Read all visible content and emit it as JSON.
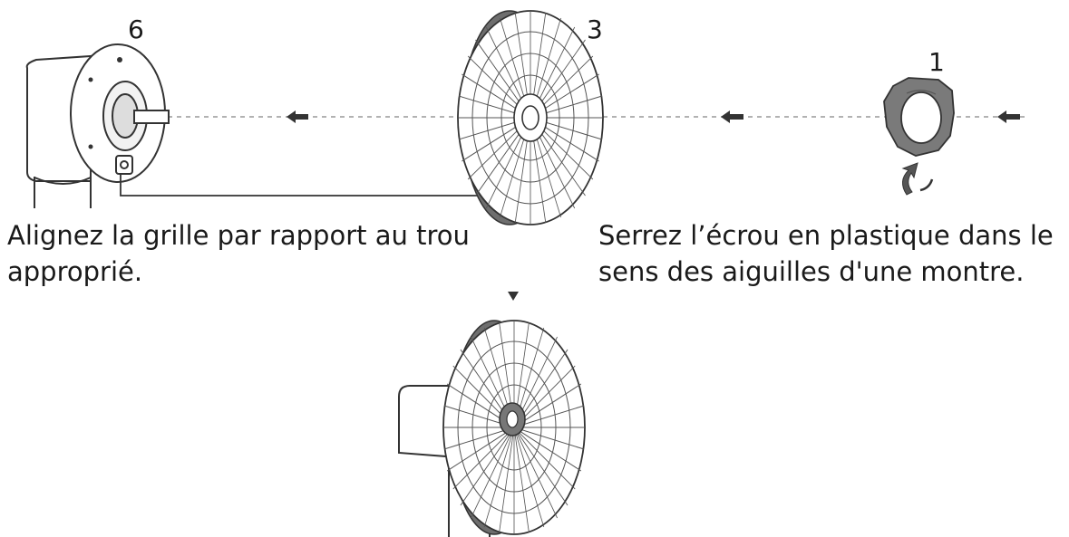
{
  "labels": {
    "part_motor": "6",
    "part_grille": "3",
    "part_nut": "1"
  },
  "captions": {
    "left_line1": "Alignez la grille par rapport au trou",
    "left_line2": "approprié.",
    "right_line1": "Serrez l’écrou en plastique dans le",
    "right_line2": "sens des aiguilles d'une montre."
  },
  "colors": {
    "line": "#333333",
    "rim": "#6e6e6e",
    "nut": "#7a7a7a",
    "dash": "#999999"
  }
}
